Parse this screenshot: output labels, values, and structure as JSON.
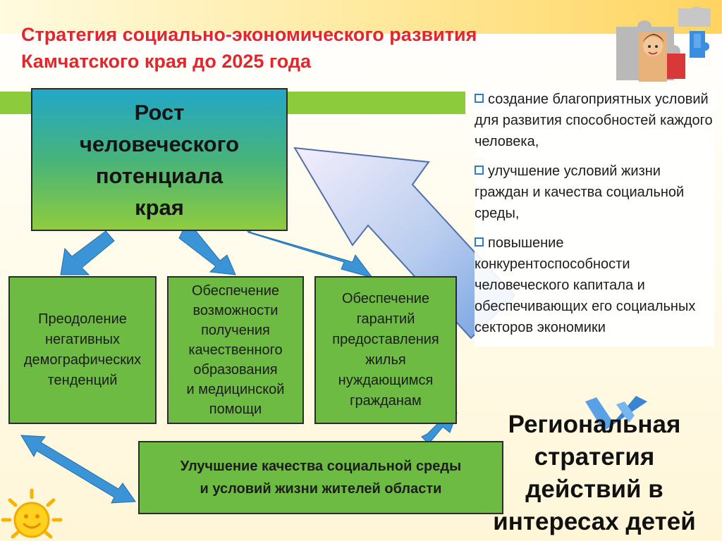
{
  "title": {
    "line1": "Стратегия социально-экономического развития",
    "line2": "Камчатского края до 2025 года"
  },
  "main_box": {
    "text": "Рост\nчеловеческого\nпотенциала\nкрая"
  },
  "boxes": [
    {
      "text": "Преодоление\nнегативных\nдемографических\nтенденций"
    },
    {
      "text": "Обеспечение\nвозможности\nполучения\nкачественного\nобразования\nи медицинской\nпомощи"
    },
    {
      "text": "Обеспечение\nгарантий\nпредоставления\nжилья\nнуждающимся\nгражданам"
    },
    {
      "text": "Улучшение качества социальной среды\nи условий жизни жителей области"
    }
  ],
  "bullets": [
    {
      "text": "создание благоприятных условий для развития способностей каждого человека,"
    },
    {
      "text": "улучшение условий жизни граждан и качества социальной среды,"
    },
    {
      "text": "повышение конкурентоспособности человеческого капитала и обеспечивающих его социальных секторов экономики"
    }
  ],
  "slogan": {
    "line1": "Региональная",
    "line2": "стратегия",
    "line3": "действий в",
    "line4": "интересах детей"
  },
  "colors": {
    "title": "#e3262c",
    "box_green": "#6dbb43",
    "band_green": "#8ccc3c",
    "arrow_blue": "#3a94d6",
    "bullet_marker": "#2b7fc8"
  },
  "icons": {
    "puzzle": "puzzle-picture-icon",
    "sun": "smiling-sun-icon",
    "checkmark": "double-checkmark-icon"
  }
}
